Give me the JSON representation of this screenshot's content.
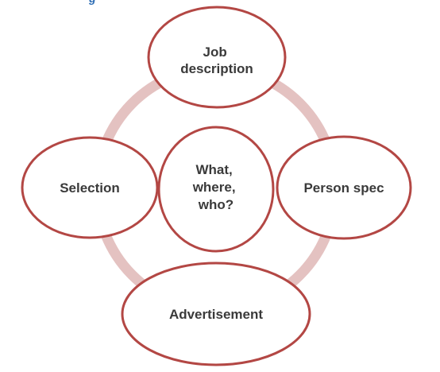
{
  "diagram": {
    "cycle_nodes": [
      {
        "id": "job-description",
        "lines": [
          "Job",
          "description"
        ]
      },
      {
        "id": "person-spec",
        "lines": [
          "Person spec"
        ]
      },
      {
        "id": "advertisement",
        "lines": [
          "Advertisement"
        ]
      },
      {
        "id": "selection",
        "lines": [
          "Selection"
        ]
      }
    ],
    "center_node": {
      "id": "center",
      "lines": [
        "What,",
        "where,",
        "who?"
      ]
    },
    "colors": {
      "ring": "#e4c2c1",
      "node_border": "#b34744",
      "node_fill": "#ffffff",
      "text": "#3a3a3a"
    }
  }
}
